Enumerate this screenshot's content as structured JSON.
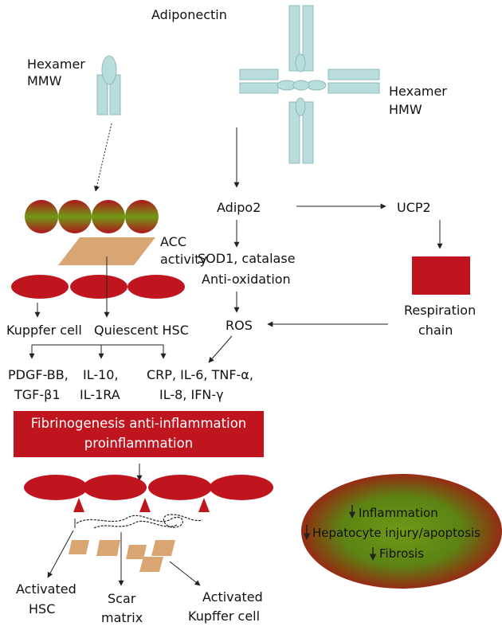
{
  "title": "Adiponectin",
  "labels": {
    "hexamer_mmw": [
      "Hexamer",
      "MMW"
    ],
    "hexamer_hmw": [
      "Hexamer",
      "HMW"
    ],
    "acc_activity": [
      "ACC",
      "activity"
    ],
    "kuppfer_cell": "Kuppfer cell",
    "quiescent_hsc": "Quiescent HSC",
    "adipo2": "Adipo2",
    "ucp2": "UCP2",
    "sod1_catalase": "SOD1, catalase",
    "anti_oxidation": "Anti-oxidation",
    "ros": "ROS",
    "respiration_chain": [
      "Respiration",
      "chain"
    ],
    "cytokines_left": [
      "PDGF-BB,",
      "TGF-β1"
    ],
    "cytokines_mid": [
      "IL-10,",
      "IL-1RA"
    ],
    "cytokines_right": [
      "CRP, IL-6, TNF-α,",
      "IL-8, IFN-γ"
    ],
    "activated_hsc": [
      "Activated",
      "HSC"
    ],
    "scar_matrix": [
      "Scar",
      "matrix"
    ],
    "activated_kupffer": [
      "Activated",
      "Kupffer cell"
    ]
  },
  "banner": {
    "line1": "Fibrinogenesis anti-inflammation",
    "line2": "proinflammation"
  },
  "outcomes": {
    "line1": "Inflammation",
    "line2": "Hepatocyte injury/apoptosis",
    "line3": "Fibrosis"
  },
  "colors": {
    "receptor": "#b9dcdc",
    "receptor_stroke": "#8fbcbc",
    "red": "#c0151f",
    "tan": "#d9a572",
    "green": "#5a8a12",
    "arrow": "#222222"
  }
}
